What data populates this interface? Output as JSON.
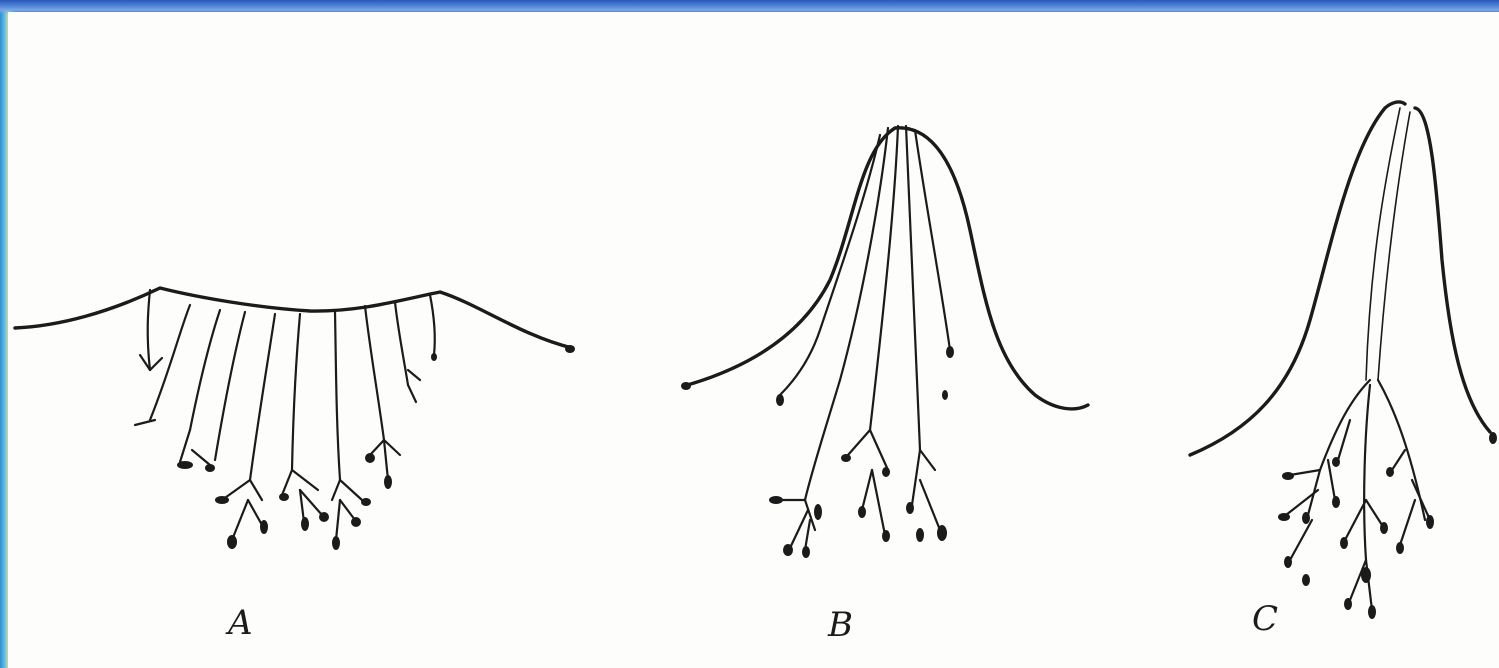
{
  "figure": {
    "panels": [
      {
        "id": "A",
        "label": "A"
      },
      {
        "id": "B",
        "label": "B"
      },
      {
        "id": "C",
        "label": "C"
      }
    ]
  },
  "colors": {
    "ink": "#1b1b1b",
    "paper": "#fdfdfb",
    "frame": "#3a6cc8"
  }
}
